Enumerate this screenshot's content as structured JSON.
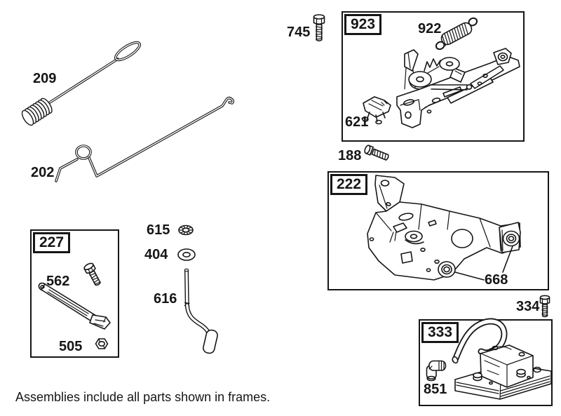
{
  "colors": {
    "ink": "#161616",
    "background": "#ffffff"
  },
  "footer": {
    "note": "Assemblies include all parts shown in frames."
  },
  "frames": {
    "f227": {
      "label": "227"
    },
    "f923": {
      "label": "923"
    },
    "f222": {
      "label": "222"
    },
    "f333": {
      "label": "333"
    }
  },
  "parts": {
    "p209": {
      "label": "209"
    },
    "p202": {
      "label": "202"
    },
    "p562": {
      "label": "562"
    },
    "p505": {
      "label": "505"
    },
    "p615": {
      "label": "615"
    },
    "p404": {
      "label": "404"
    },
    "p616": {
      "label": "616"
    },
    "p745": {
      "label": "745"
    },
    "p922": {
      "label": "922"
    },
    "p621": {
      "label": "621"
    },
    "p188": {
      "label": "188"
    },
    "p668": {
      "label": "668"
    },
    "p334": {
      "label": "334"
    },
    "p851": {
      "label": "851"
    }
  }
}
